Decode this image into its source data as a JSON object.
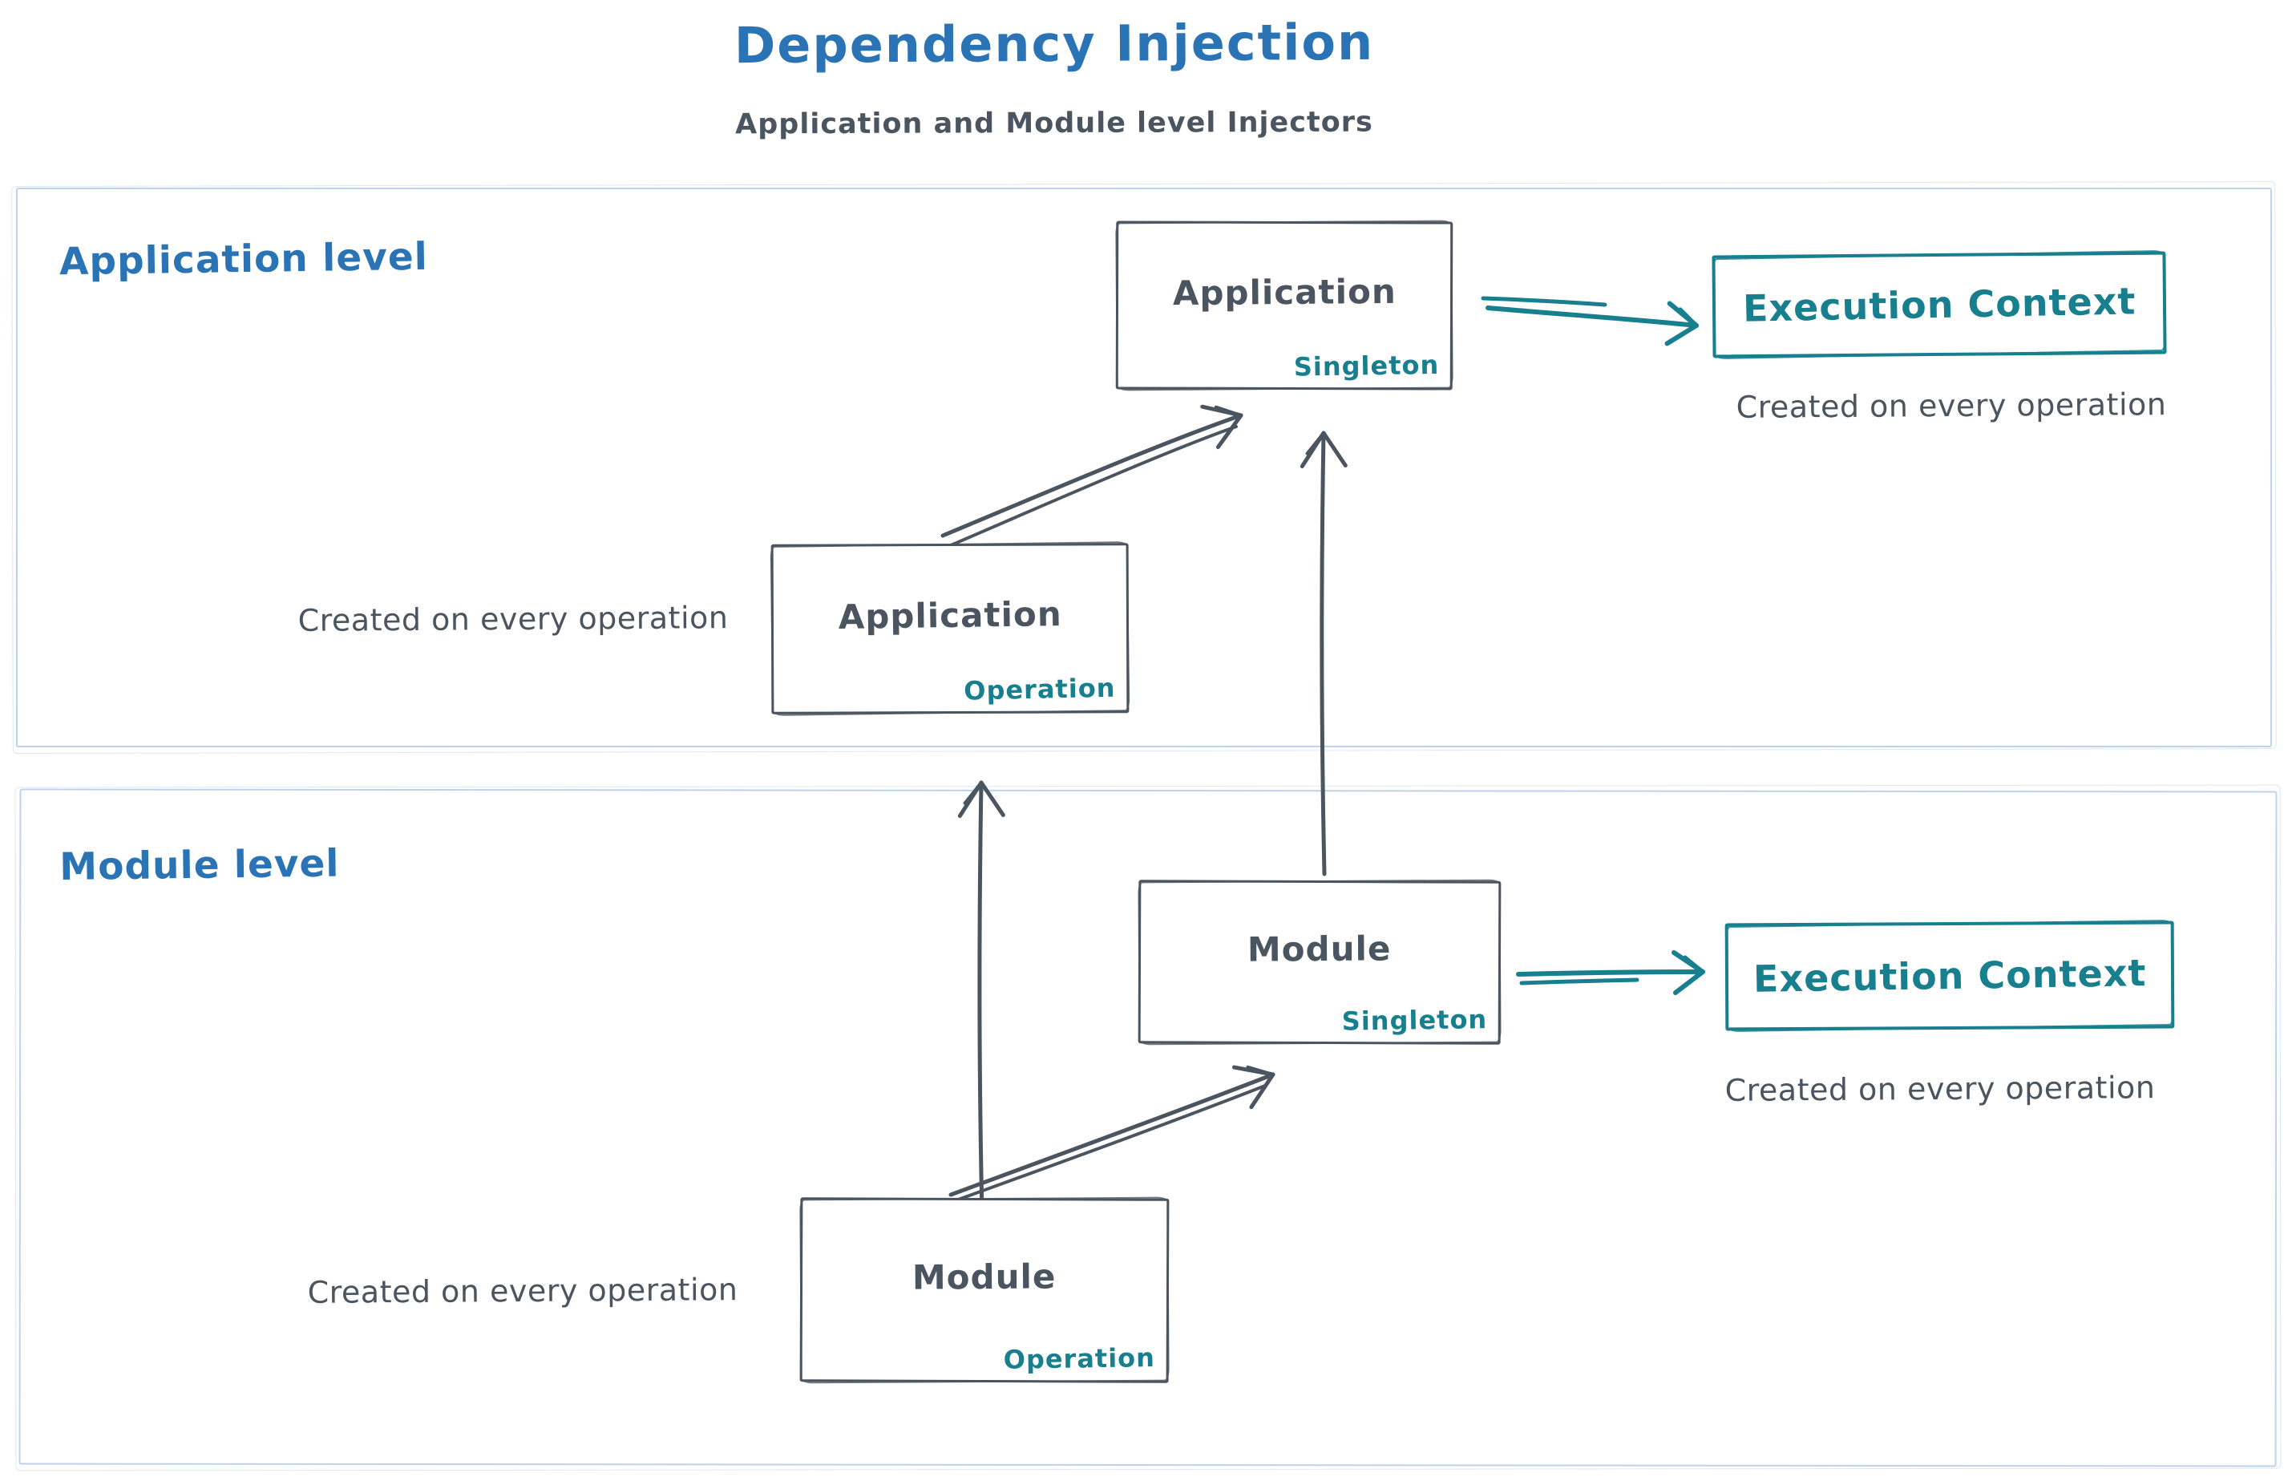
{
  "title": "Dependency Injection",
  "subtitle": "Application and Module level Injectors",
  "colors": {
    "blue": "#2a74b6",
    "ink": "#4a5560",
    "teal": "#187f8e",
    "frame": "#bdd3ea",
    "background": "#ffffff"
  },
  "sections": [
    {
      "id": "application-level",
      "label": "Application level"
    },
    {
      "id": "module-level",
      "label": "Module level"
    }
  ],
  "nodes": {
    "app_singleton": {
      "label": "Application",
      "sublabel": "Singleton"
    },
    "app_operation": {
      "label": "Application",
      "sublabel": "Operation"
    },
    "app_execution_context": {
      "label": "Execution Context"
    },
    "module_singleton": {
      "label": "Module",
      "sublabel": "Singleton"
    },
    "module_operation": {
      "label": "Module",
      "sublabel": "Operation"
    },
    "module_execution_context": {
      "label": "Execution Context"
    }
  },
  "captions": {
    "app_operation": "Created on every operation",
    "app_execution_context": "Created on every operation",
    "module_operation": "Created on every operation",
    "module_execution_context": "Created on every operation"
  },
  "edges": [
    {
      "id": "app-operation-to-app-singleton",
      "from": "app_operation",
      "to": "app_singleton",
      "color": "ink"
    },
    {
      "id": "module-singleton-to-app-singleton",
      "from": "module_singleton",
      "to": "app_singleton",
      "color": "ink"
    },
    {
      "id": "module-operation-to-app-operation",
      "from": "module_operation",
      "to": "app_operation",
      "color": "ink"
    },
    {
      "id": "module-operation-to-module-singleton",
      "from": "module_operation",
      "to": "module_singleton",
      "color": "ink"
    },
    {
      "id": "app-singleton-to-execution-context",
      "from": "app_singleton",
      "to": "app_execution_context",
      "color": "teal"
    },
    {
      "id": "module-singleton-to-execution-context",
      "from": "module_singleton",
      "to": "module_execution_context",
      "color": "teal"
    }
  ]
}
